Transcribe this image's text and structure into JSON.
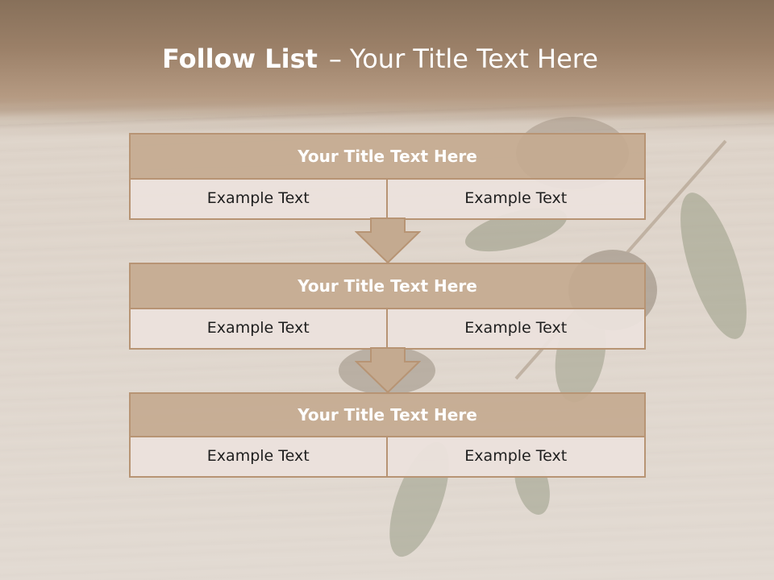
{
  "slide": {
    "title_bold": "Follow List",
    "title_separator": "–",
    "title_rest": "Your Title Text Here"
  },
  "blocks": [
    {
      "title": "Your Title Text Here",
      "cells": [
        "Example Text",
        "Example Text"
      ]
    },
    {
      "title": "Your Title Text Here",
      "cells": [
        "Example Text",
        "Example Text"
      ]
    },
    {
      "title": "Your Title Text Here",
      "cells": [
        "Example Text",
        "Example Text"
      ]
    }
  ],
  "colors": {
    "title_band": "#9b8068",
    "block_header": "#c4aa90",
    "block_border": "#b79474",
    "cell_fill": "#ebe2dc",
    "arrow_fill": "#c4aa90"
  },
  "decor": [
    "olive-branch-photo",
    "wood-table-photo"
  ]
}
